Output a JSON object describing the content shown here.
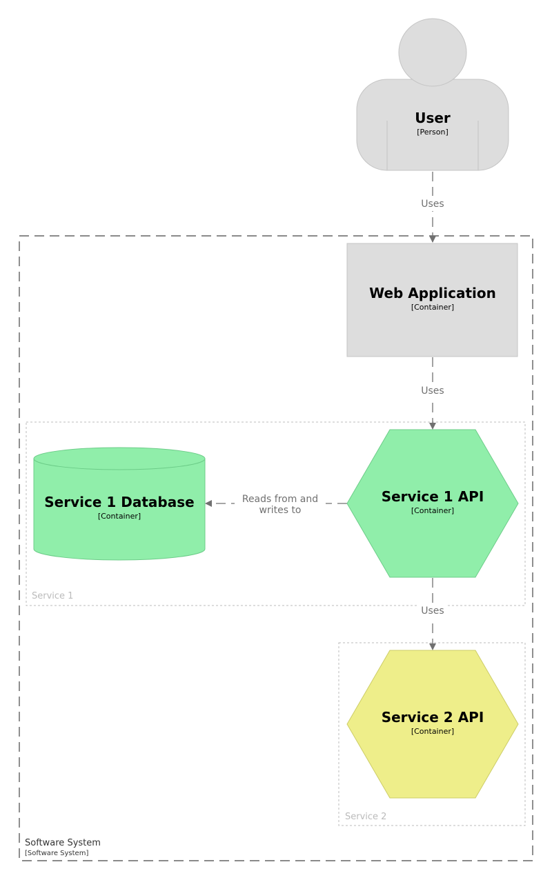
{
  "diagram_type": "C4 container diagram",
  "colors": {
    "person_fill": "#dddddd",
    "person_stroke": "#c4c4c4",
    "web_app_fill": "#dddddd",
    "service1_fill": "#90eeaa",
    "service1_stroke": "#6ccc88",
    "service2_fill": "#eeee8a",
    "service2_stroke": "#cccc66",
    "edge": "#707070",
    "boundary_stroke": "#444444",
    "group_stroke": "#bbbbbb",
    "group_label": "#bbbbbb"
  },
  "nodes": {
    "user": {
      "title": "User",
      "type": "[Person]",
      "shape": "person"
    },
    "web_app": {
      "title": "Web Application",
      "type": "[Container]",
      "shape": "box"
    },
    "service1_api": {
      "title": "Service 1 API",
      "type": "[Container]",
      "shape": "hexagon"
    },
    "service1_db": {
      "title": "Service 1 Database",
      "type": "[Container]",
      "shape": "cylinder"
    },
    "service2_api": {
      "title": "Service 2 API",
      "type": "[Container]",
      "shape": "hexagon"
    }
  },
  "edges": [
    {
      "from": "user",
      "to": "web_app",
      "label": "Uses"
    },
    {
      "from": "web_app",
      "to": "service1_api",
      "label": "Uses"
    },
    {
      "from": "service1_api",
      "to": "service1_db",
      "label_line1": "Reads from and",
      "label_line2": "writes to"
    },
    {
      "from": "service1_api",
      "to": "service2_api",
      "label": "Uses"
    }
  ],
  "boundaries": {
    "software_system": {
      "title": "Software System",
      "type": "[Software System]"
    },
    "service1": {
      "title": "Service 1"
    },
    "service2": {
      "title": "Service 2"
    }
  }
}
